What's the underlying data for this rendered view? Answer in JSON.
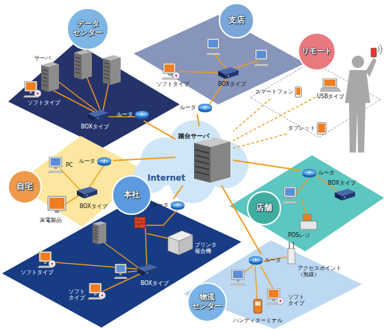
{
  "diagram": {
    "nodes": [
      {
        "text": [
          "データ センター"
        ]
      },
      {
        "text": [
          "ルータ"
        ],
        "in": 0
      },
      {
        "text": [
          "支店"
        ]
      },
      {
        "text": [
          "ルータ"
        ],
        "in": 2
      },
      {
        "text": [
          "リモート"
        ]
      },
      {
        "text": [
          "スマートフォン"
        ],
        "in": 4
      },
      {
        "text": [
          "USBタイプ"
        ],
        "in": 4
      },
      {
        "text": [
          "タブレット"
        ],
        "in": 4
      },
      {
        "text": [
          "自宅"
        ]
      },
      {
        "text": [
          "ルータ"
        ],
        "in": 8
      },
      {
        "text": [
          "本社"
        ]
      },
      {
        "text": [
          "ルータ"
        ],
        "in": 10
      },
      {
        "text": [
          "店舗"
        ]
      },
      {
        "text": [
          "ルータ"
        ],
        "in": 12
      },
      {
        "text": [
          "物流 センター"
        ]
      },
      {
        "text": [
          "ルータ"
        ],
        "in": 14
      },
      {
        "text": [
          "Internet"
        ]
      },
      {
        "text": [
          "踏台サーバ"
        ],
        "in": 16
      }
    ],
    "edges": [
      {
        "from": 1,
        "to": 17,
        "arrow": "none"
      },
      {
        "from": 3,
        "to": 17,
        "arrow": "none"
      },
      {
        "from": 5,
        "to": 17,
        "arrow": "none"
      },
      {
        "from": 6,
        "to": 17,
        "arrow": "none"
      },
      {
        "from": 7,
        "to": 17,
        "arrow": "none"
      },
      {
        "from": 9,
        "to": 17,
        "arrow": "none"
      },
      {
        "from": 11,
        "to": 17,
        "arrow": "none"
      },
      {
        "from": 13,
        "to": 17,
        "arrow": "none"
      },
      {
        "from": 15,
        "to": 17,
        "arrow": "none"
      }
    ],
    "labels": [
      "サーバ",
      "ソフトタイプ",
      "BOXタイプ",
      "ソフトタイプ",
      "BOXタイプ",
      "PC",
      "BOXタイプ",
      "家電製品",
      "ソフトタイプ",
      "BOXタイプ",
      "プリンタ 複合機",
      "ソフト タイプ",
      "BOXタイプ",
      "POSレジ",
      "アクセスポイント （無線）",
      "ソフト タイプ",
      "ハンディターミナル"
    ]
  }
}
